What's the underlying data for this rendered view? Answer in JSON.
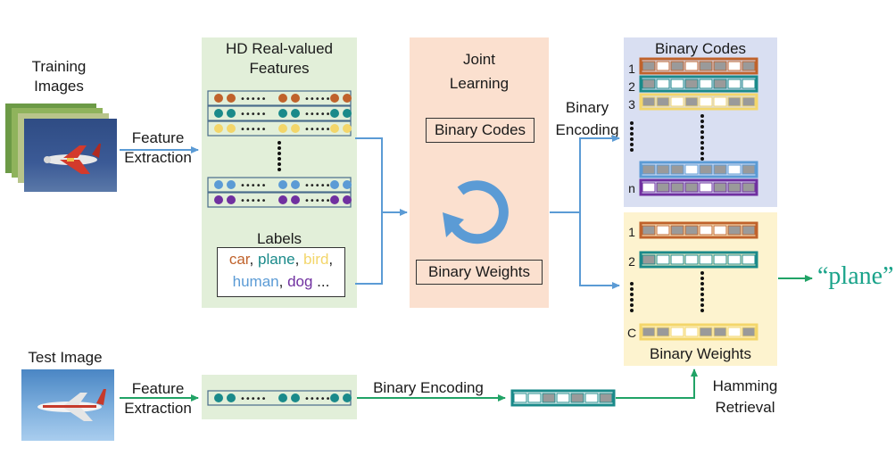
{
  "training_images_label": "Training\nImages",
  "test_image_label": "Test Image",
  "feature_extraction_top": "Feature\nExtraction",
  "feature_extraction_bottom": "Feature\nExtraction",
  "hd_features_title": "HD Real-valued\nFeatures",
  "labels_title": "Labels",
  "labels_words": [
    {
      "text": "car",
      "color": "#c0622b"
    },
    {
      "text": ", ",
      "color": "#1a1a1a"
    },
    {
      "text": "plane",
      "color": "#1a8a8a"
    },
    {
      "text": ", ",
      "color": "#1a1a1a"
    },
    {
      "text": "bird",
      "color": "#f3d66a"
    },
    {
      "text": ",",
      "color": "#1a1a1a"
    }
  ],
  "labels_words_2": [
    {
      "text": "human",
      "color": "#5b9bd5"
    },
    {
      "text": ", ",
      "color": "#1a1a1a"
    },
    {
      "text": "dog",
      "color": "#7030a0"
    },
    {
      "text": " ...",
      "color": "#1a1a1a"
    }
  ],
  "joint_learning_title": "Joint\nLearning",
  "joint_binary_codes": "Binary Codes",
  "joint_binary_weights": "Binary Weights",
  "binary_encoding_top": "Binary\nEncoding",
  "binary_codes_title": "Binary Codes",
  "binary_weights_title": "Binary Weights",
  "binary_encoding_bottom": "Binary Encoding",
  "hamming_retrieval": "Hamming\nRetrieval",
  "output_label": "“plane”",
  "code_row_labels": [
    "1",
    "2",
    "3",
    "n"
  ],
  "weight_row_labels": [
    "1",
    "2",
    "C"
  ],
  "feature_dots": "•••••",
  "colors": {
    "orange": "#c0622b",
    "teal": "#1a8a8a",
    "yellow": "#f3d66a",
    "blue": "#5b9bd5",
    "purple": "#7030a0",
    "arrow_blue": "#5b9bd5",
    "arrow_green": "#21a366",
    "panel_green": "#e2efd9",
    "panel_peach": "#fbe0cf",
    "panel_lavender": "#d9dff2",
    "panel_cream": "#fdf3cf"
  }
}
